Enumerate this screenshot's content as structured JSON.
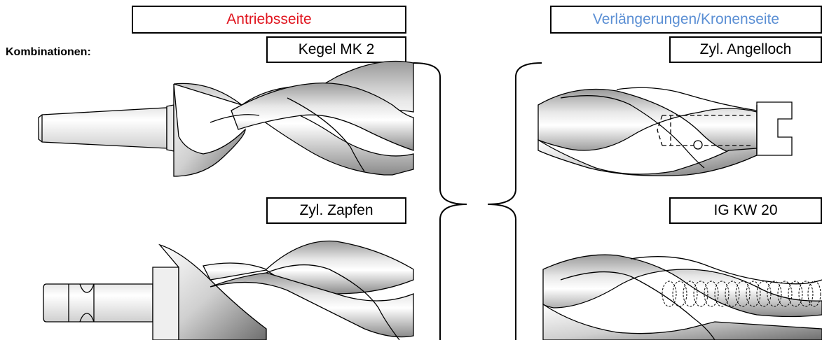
{
  "header": {
    "drive_side": "Antriebsseite",
    "extension_side": "Verlängerungen/Kronenseite"
  },
  "left": {
    "combinations_label": "Kombinationen:",
    "label_top": "Kegel MK 2",
    "label_bottom": "Zyl. Zapfen"
  },
  "right": {
    "label_top": "Zyl. Angelloch",
    "label_bottom": "IG KW 20"
  },
  "colors": {
    "drive_side": "#e0141e",
    "extension_side": "#5b8fd4"
  },
  "icons": [
    "drill-taper-shank",
    "drill-cylindrical-shank",
    "drill-cylinder-hole",
    "drill-internal-thread",
    "curly-brace-left",
    "curly-brace-right"
  ]
}
